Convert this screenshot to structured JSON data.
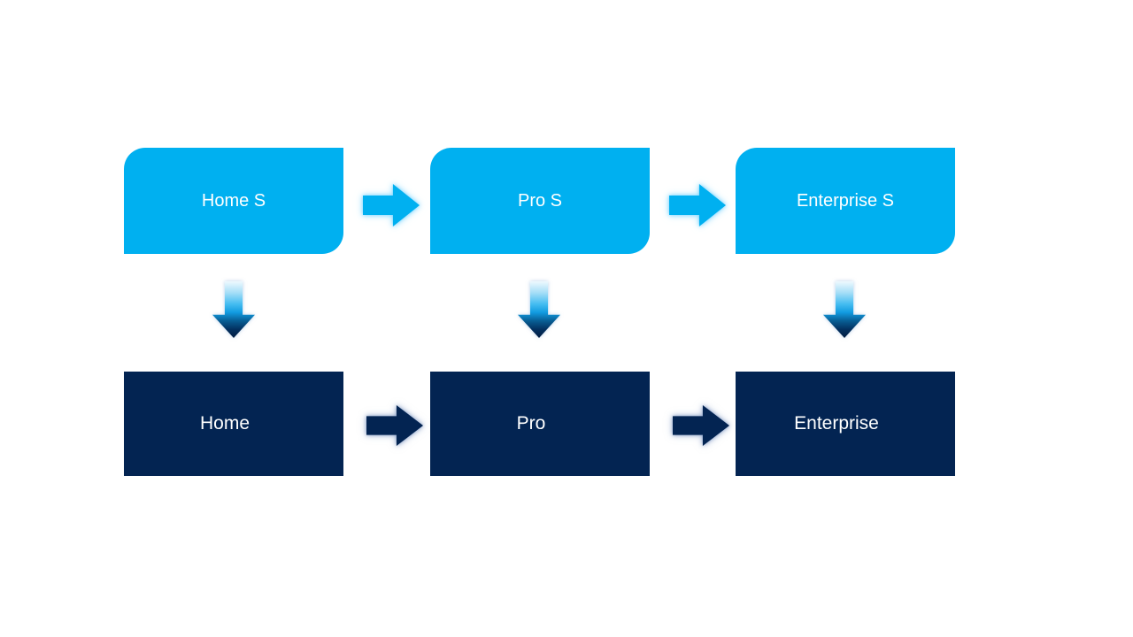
{
  "colors": {
    "light_blue": "#00b0f0",
    "dark_navy": "#032452",
    "text": "#ffffff",
    "background": "#ffffff",
    "down_arrow_gradient_top": "#eef9fe",
    "down_arrow_gradient_bottom": "#021c42"
  },
  "process": {
    "top_row": [
      {
        "label": "Home S"
      },
      {
        "label": "Pro S"
      },
      {
        "label": "Enterprise S"
      }
    ],
    "bottom_row": [
      {
        "label": "Home"
      },
      {
        "label": "Pro"
      },
      {
        "label": "Enterprise"
      }
    ]
  }
}
